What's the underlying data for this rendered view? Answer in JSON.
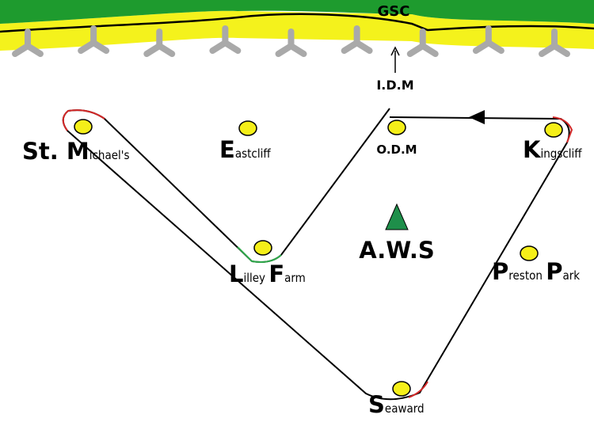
{
  "colors": {
    "grass": "#1e9b2e",
    "coast": "#f4f21c",
    "turbine": "#a9a9a9",
    "marker": "#f5ef19",
    "aws": "#1e8f4a",
    "route": "#000000",
    "turn_red": "#d22828",
    "turn_green": "#2ea84a"
  },
  "header": {
    "label": "GSC"
  },
  "turbines": {
    "count": 9,
    "icon": "turbine-icon"
  },
  "idm": {
    "label": "I.D.M",
    "icon": "arrow-up-icon"
  },
  "aws": {
    "label": "A.W.S",
    "icon": "triangle-icon"
  },
  "route": {
    "direction_icon": "arrowhead-left-icon"
  },
  "waypoints": {
    "st_michaels": {
      "initial": "St. M",
      "rest": "ichael's"
    },
    "eastcliff": {
      "initial": "E",
      "rest": "astcliff"
    },
    "odm": {
      "label": "O.D.M"
    },
    "kingscliff": {
      "initial": "K",
      "rest": "ingscliff"
    },
    "lilley_farm": {
      "initial1": "L",
      "rest1": "illey ",
      "initial2": "F",
      "rest2": "arm"
    },
    "preston_park": {
      "initial1": "P",
      "rest1": "reston ",
      "initial2": "P",
      "rest2": "ark"
    },
    "seaward": {
      "initial": "S",
      "rest": "eaward"
    }
  }
}
